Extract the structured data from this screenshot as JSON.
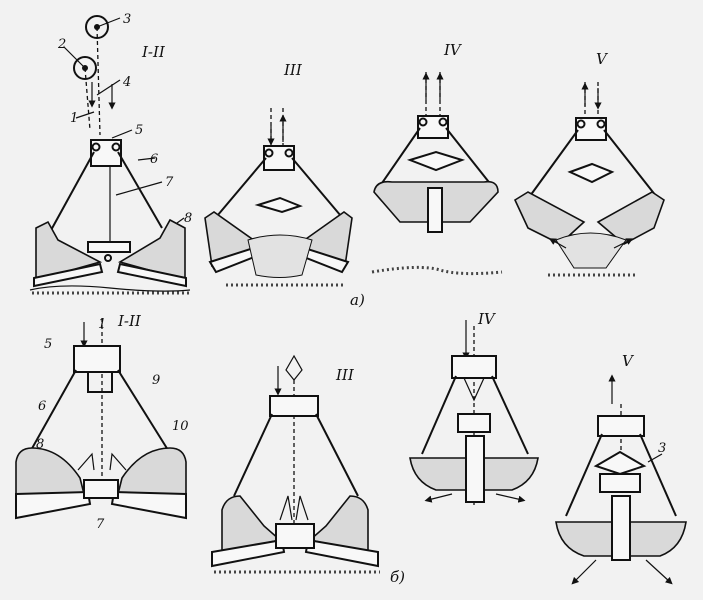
{
  "part_labels": {
    "a": "а)",
    "b": "б)"
  },
  "stage_labels": {
    "a_1": "I-II",
    "a_3": "III",
    "a_4": "IV",
    "a_5": "V",
    "b_1": "I-II",
    "b_3": "III",
    "b_4": "IV",
    "b_5": "V"
  },
  "callouts": {
    "n1": "1",
    "n2": "2",
    "n3": "3",
    "n4": "4",
    "n5": "5",
    "n6": "6",
    "n7": "7",
    "n8": "8",
    "m1": "1",
    "m5": "5",
    "m6": "6",
    "m7": "7",
    "m8": "8",
    "m9": "9",
    "m10": "10",
    "m3": "3"
  }
}
